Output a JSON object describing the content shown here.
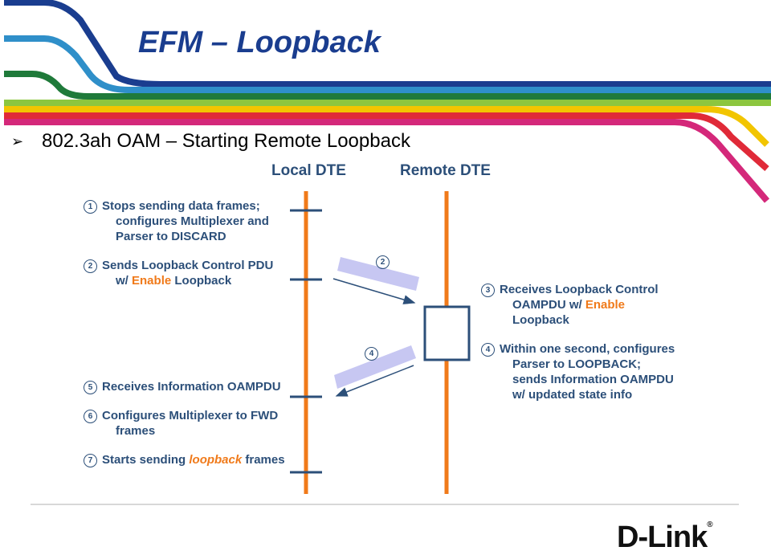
{
  "title": "EFM – Loopback",
  "subtitle": "802.3ah OAM – Starting Remote Loopback",
  "bullet_glyph": "➢",
  "columns": {
    "local": "Local DTE",
    "remote": "Remote DTE"
  },
  "steps": {
    "s1": {
      "num": "1",
      "lines": [
        "Stops sending data frames;",
        "configures Multiplexer and",
        "Parser to DISCARD"
      ]
    },
    "s2": {
      "num": "2",
      "line1": "Sends Loopback Control PDU",
      "line2_pre": "w/ ",
      "line2_hl": "Enable",
      "line2_post": " Loopback"
    },
    "s3": {
      "num": "3",
      "line1": "Receives Loopback Control",
      "line2_pre": "OAMPDU w/ ",
      "line2_hl": "Enable",
      "line3": "Loopback"
    },
    "s4": {
      "num": "4",
      "lines": [
        "Within one second, configures",
        "Parser to LOOPBACK;",
        "sends Information OAMPDU",
        "w/ updated state info"
      ]
    },
    "s5": {
      "num": "5",
      "line": "Receives Information OAMPDU"
    },
    "s6": {
      "num": "6",
      "lines": [
        "Configures Multiplexer to FWD",
        "frames"
      ]
    },
    "s7": {
      "num": "7",
      "pre": "Starts sending ",
      "it": "loopback",
      "post": " frames"
    }
  },
  "arrow_labels": {
    "a2": "2",
    "a4": "4"
  },
  "logo": {
    "text": "D-Link",
    "mark": "®"
  },
  "colors": {
    "title": "#1a3d8f",
    "step_text": "#2c4f79",
    "highlight": "#f07a1a",
    "timeline": "#f07a1a",
    "pdu_band": "#c7c7f2",
    "box": "#2c4f79"
  }
}
